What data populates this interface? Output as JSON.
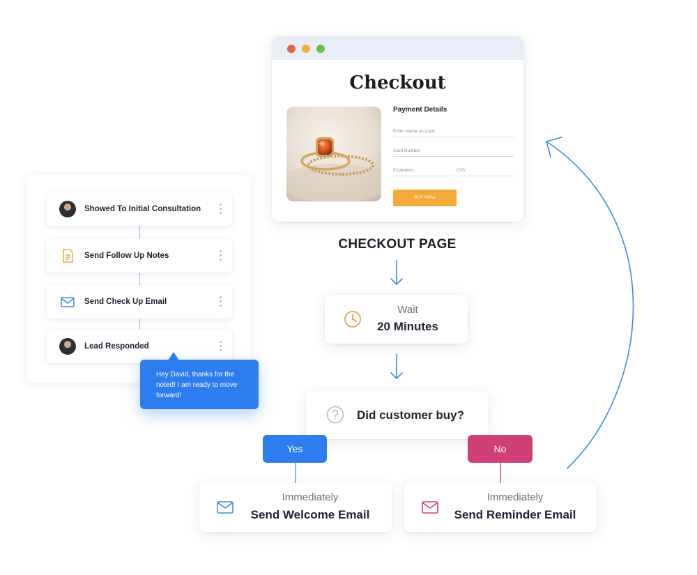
{
  "checkout": {
    "title": "Checkout",
    "payment_title": "Payment Details",
    "name_placeholder": "Enter Name on Card",
    "card_placeholder": "Card Number",
    "expiration_placeholder": "Expiration",
    "cvv_placeholder": "CVV",
    "buy_label": "BUY NOW"
  },
  "checkout_label": "CHECKOUT PAGE",
  "workflow": {
    "steps": [
      {
        "label": "Showed To Initial Consultation",
        "icon": "avatar"
      },
      {
        "label": "Send Follow Up Notes",
        "icon": "document-icon"
      },
      {
        "label": "Send Check Up Email",
        "icon": "envelope-icon"
      },
      {
        "label": "Lead Responded",
        "icon": "avatar"
      }
    ],
    "message": "Hey David, thanks for the noted! I am ready to move forward!"
  },
  "wait": {
    "label": "Wait",
    "value": "20 Minutes",
    "icon": "clock-icon"
  },
  "question": {
    "text": "Did customer buy?",
    "icon": "question-icon"
  },
  "branches": {
    "yes": "Yes",
    "no": "No"
  },
  "actions": {
    "welcome": {
      "timing": "Immediately",
      "label": "Send Welcome Email",
      "icon": "envelope-icon"
    },
    "reminder": {
      "timing": "Immediately",
      "label": "Send Reminder Email",
      "icon": "envelope-icon"
    }
  },
  "colors": {
    "accent_blue": "#2d7cf0",
    "no_pink": "#cf3f78",
    "buy_orange": "#f6a93b",
    "clock_gold": "#e3a44a"
  }
}
